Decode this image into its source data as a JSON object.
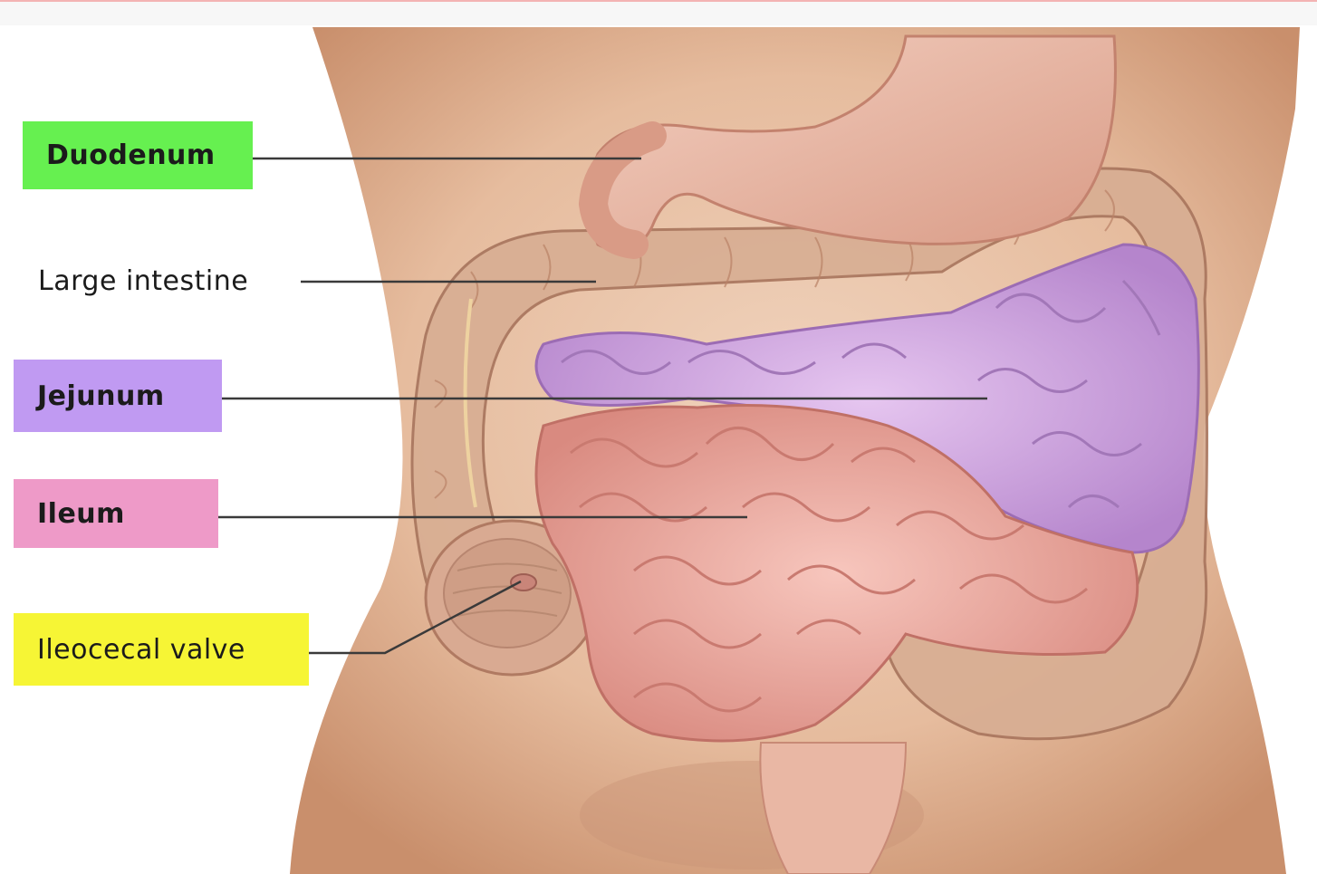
{
  "diagram": {
    "labels": {
      "duodenum": "Duodenum",
      "large_intestine": "Large intestine",
      "jejunum": "Jejunum",
      "ileum": "Ileum",
      "ileocecal_valve": "Ileocecal valve"
    },
    "colors": {
      "duodenum_box": "#66f050",
      "jejunum_box": "#c09af2",
      "ileum_box": "#ee9ac8",
      "ileocecal_box": "#f6f535",
      "skin": "#e8bfa0",
      "large_intestine": "#d6ab8e",
      "jejunum_tissue": "#c89ad8",
      "ileum_tissue": "#eaa49a",
      "stomach": "#ebb8a4",
      "leader_line": "#3a3a3a"
    }
  }
}
